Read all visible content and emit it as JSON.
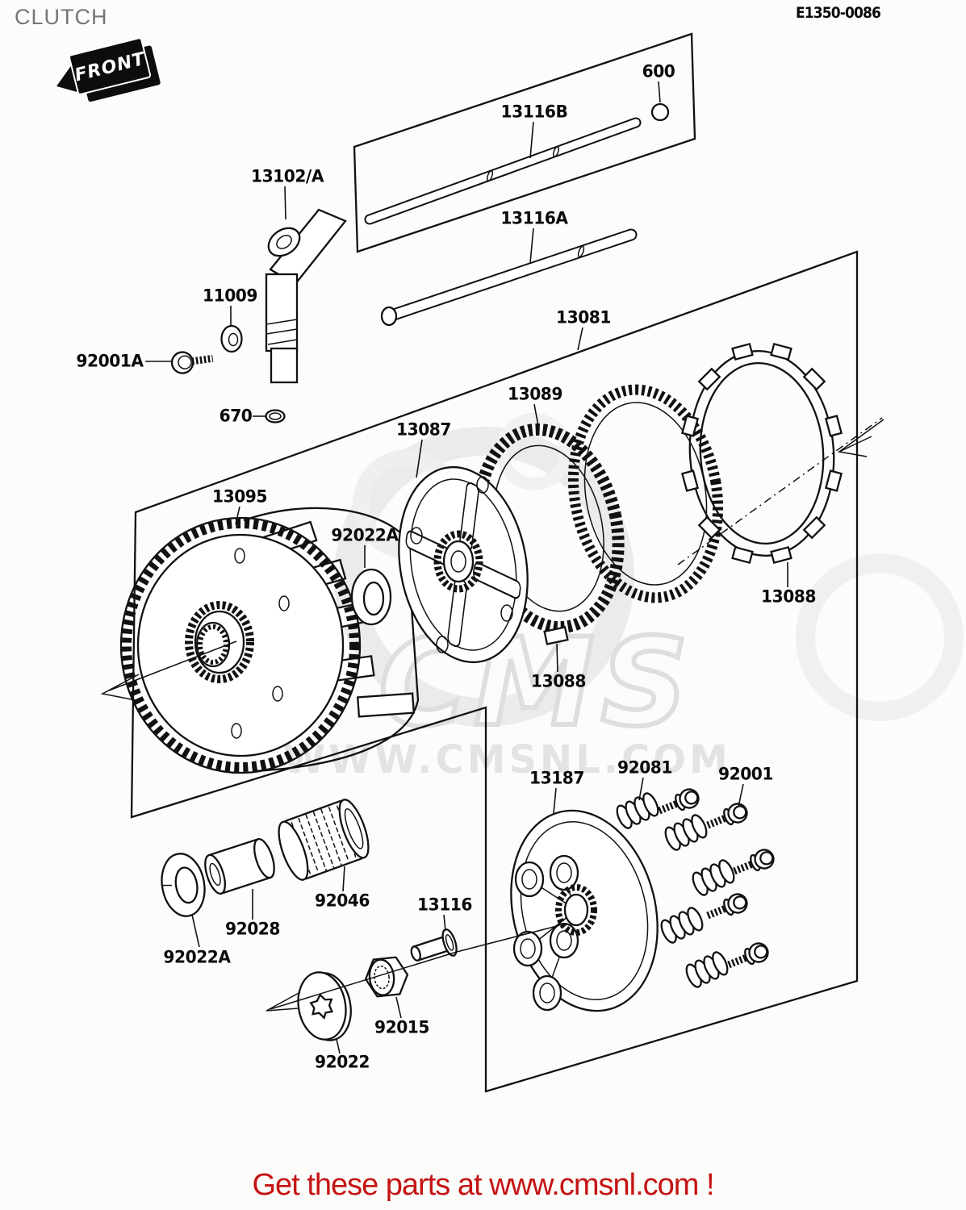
{
  "page": {
    "title": "CLUTCH",
    "diagram_code": "E1350-0086",
    "front_marker": "FRONT",
    "footer_text": "Get these parts at www.cmsnl.com !",
    "footer_color": "#c51313",
    "watermark": {
      "logo": "CMS",
      "url": "WWW.CMSNL.COM",
      "color": "#e3e3e3"
    }
  },
  "parts": {
    "p600": "600",
    "p670": "670",
    "p11009": "11009",
    "p13081": "13081",
    "p13087": "13087",
    "p13088": "13088",
    "p13089": "13089",
    "p13095": "13095",
    "p13102A": "13102/A",
    "p13116": "13116",
    "p13116A": "13116A",
    "p13116B": "13116B",
    "p13187": "13187",
    "p92001": "92001",
    "p92001A": "92001A",
    "p92015": "92015",
    "p92022": "92022",
    "p92022A": "92022A",
    "p92028": "92028",
    "p92046": "92046",
    "p92081": "92081"
  }
}
